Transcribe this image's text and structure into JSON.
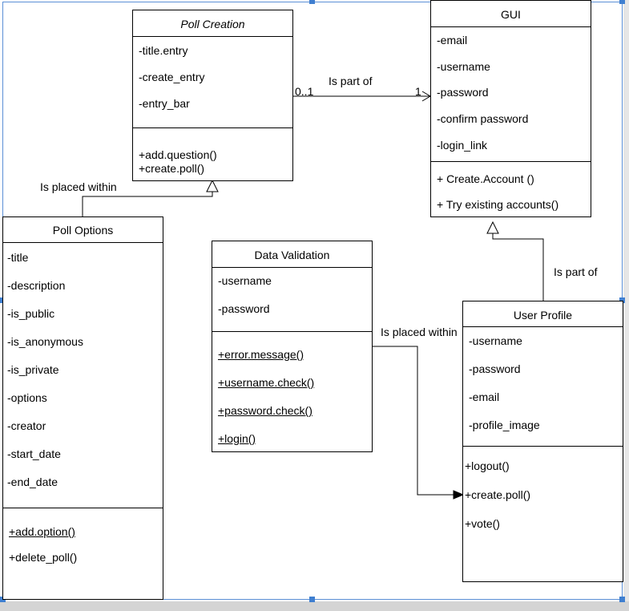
{
  "classes": {
    "poll_creation": {
      "name": "Poll Creation",
      "attributes": [
        "-title.entry",
        "-create_entry",
        "-entry_bar"
      ],
      "methods": [
        "+add.question()",
        "+create.poll()"
      ]
    },
    "gui": {
      "name": "GUI",
      "attributes": [
        "-email",
        "-username",
        "-password",
        "-confirm password",
        "-login_link"
      ],
      "methods": [
        "+ Create.Account ()",
        "+ Try existing accounts()"
      ]
    },
    "poll_options": {
      "name": "Poll Options",
      "attributes": [
        "-title",
        "-description",
        "-is_public",
        "-is_anonymous",
        "-is_private",
        "-options",
        "-creator",
        "-start_date",
        "-end_date"
      ],
      "methods": [
        "+add.option()",
        "+delete_poll()"
      ]
    },
    "data_validation": {
      "name": "Data Validation",
      "attributes": [
        "-username",
        "-password"
      ],
      "methods": [
        "+error.message()",
        "+username.check()",
        "+password.check()",
        "+login()"
      ]
    },
    "user_profile": {
      "name": "User Profile",
      "attributes": [
        "-username",
        "-password",
        "-email",
        "-profile_image"
      ],
      "methods": [
        "+logout()",
        "+create.poll()",
        "+vote()"
      ]
    }
  },
  "relations": {
    "creation_to_gui": {
      "label": "Is part of",
      "source_mult": "0..1",
      "target_mult": "1"
    },
    "options_to_creation": {
      "label": "Is placed within"
    },
    "validation_to_profile": {
      "label": "Is placed within"
    },
    "profile_to_gui": {
      "label": "Is part of"
    }
  },
  "colors": {
    "line": "#000000",
    "selection": "#3f7fd0",
    "frame": "#d4d4d4"
  }
}
